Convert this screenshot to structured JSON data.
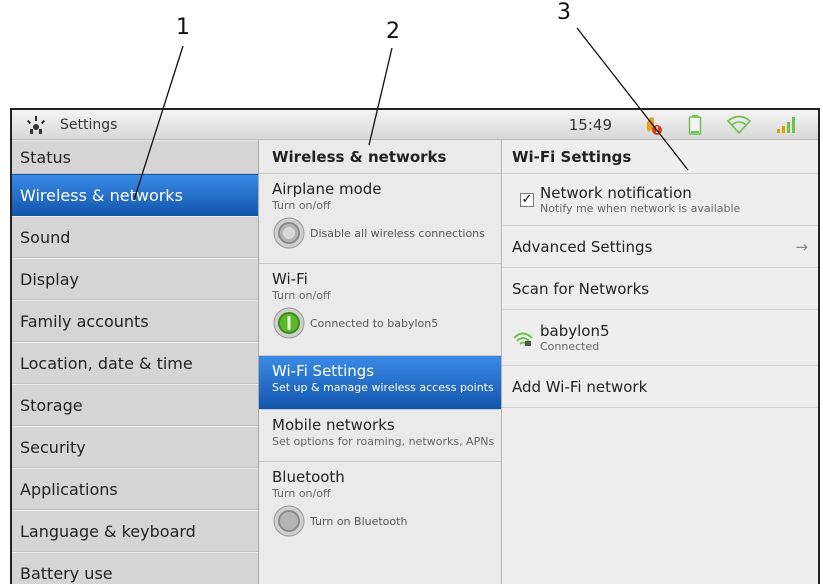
{
  "callouts": [
    "1",
    "2",
    "3"
  ],
  "statusbar": {
    "title": "Settings",
    "time": "15:49",
    "icons": [
      "settings-app-icon",
      "usb-debug-warning-icon",
      "battery-icon",
      "wifi-icon",
      "signal-icon"
    ]
  },
  "column1": {
    "items": [
      {
        "label": "Status"
      },
      {
        "label": "Wireless & networks",
        "selected": true
      },
      {
        "label": "Sound"
      },
      {
        "label": "Display"
      },
      {
        "label": "Family accounts"
      },
      {
        "label": "Location, date & time"
      },
      {
        "label": "Storage"
      },
      {
        "label": "Security"
      },
      {
        "label": "Applications"
      },
      {
        "label": "Language & keyboard"
      },
      {
        "label": "Battery use"
      }
    ]
  },
  "column2": {
    "header": "Wireless & networks",
    "items": [
      {
        "title": "Airplane mode",
        "sub": "Turn on/off",
        "toggle": "Disable all wireless connections"
      },
      {
        "title": "Wi-Fi",
        "sub": "Turn on/off",
        "toggle": "Connected to babylon5"
      },
      {
        "title": "Wi-Fi Settings",
        "sub": "Set up & manage wireless access points"
      },
      {
        "title": "Mobile networks",
        "sub": "Set options for roaming, networks, APNs"
      },
      {
        "title": "Bluetooth",
        "sub": "Turn on/off",
        "toggle": "Turn on Bluetooth"
      }
    ]
  },
  "column3": {
    "header": "Wi-Fi Settings",
    "network_notification": {
      "title": "Network notification",
      "sub": "Notify me when network is available",
      "checked": "✓"
    },
    "advanced": "Advanced Settings",
    "advanced_arrow": "→",
    "scan": "Scan for Networks",
    "network": {
      "name": "babylon5",
      "status": "Connected"
    },
    "add_network": "Add Wi-Fi network"
  },
  "colors": {
    "selected_blue": "#1f6fd1",
    "toggle_green": "#5cb82a",
    "wifi_green": "#6cc24a"
  }
}
